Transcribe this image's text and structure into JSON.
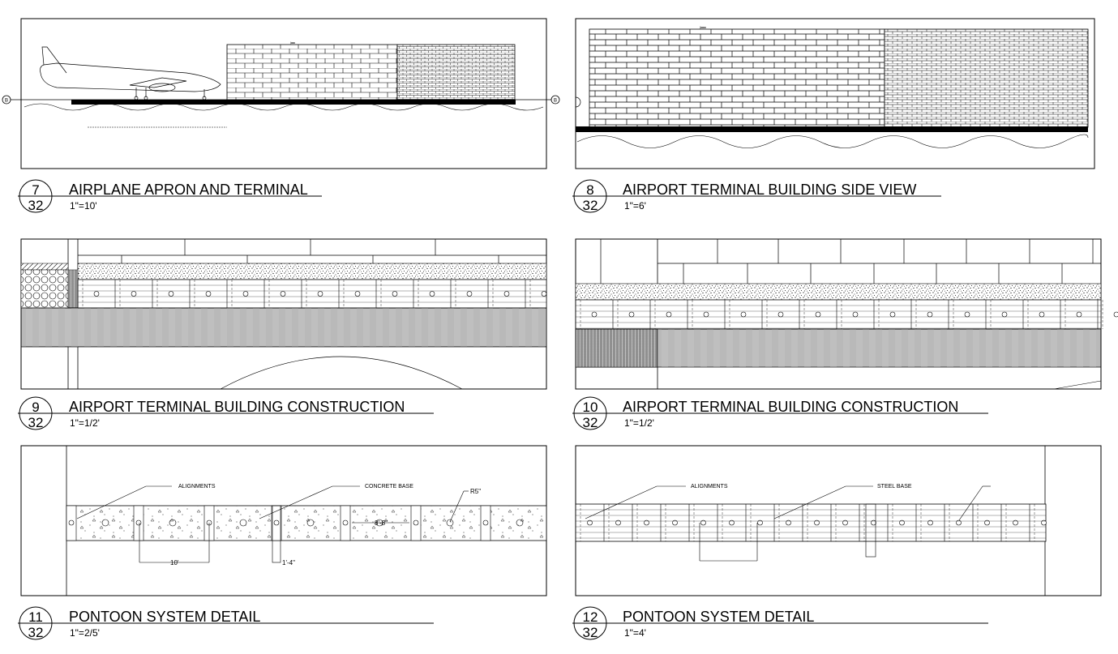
{
  "details": [
    {
      "num": "7",
      "sheet": "32",
      "title": "AIRPLANE APRON AND TERMINAL",
      "scale": "1\"=10'"
    },
    {
      "num": "8",
      "sheet": "32",
      "title": "AIRPORT TERMINAL BUILDING SIDE VIEW",
      "scale": "1\"=6'"
    },
    {
      "num": "9",
      "sheet": "32",
      "title": "AIRPORT TERMINAL BUILDING CONSTRUCTION",
      "scale": "1\"=1/2'"
    },
    {
      "num": "10",
      "sheet": "32",
      "title": "AIRPORT TERMINAL BUILDING CONSTRUCTION",
      "scale": "1\"=1/2'"
    },
    {
      "num": "11",
      "sheet": "32",
      "title": "PONTOON SYSTEM DETAIL",
      "scale": "1\"=2/5'"
    },
    {
      "num": "12",
      "sheet": "32",
      "title": "PONTOON SYSTEM DETAIL",
      "scale": "1\"=4'"
    }
  ],
  "annotations": {
    "d11": {
      "alignments": "ALIGNMENTS",
      "concrete_base": "CONCRETE BASE",
      "radius": "R5\"",
      "spacing": "10'",
      "depth": "1'-4\"",
      "length": "8'-8\""
    },
    "d12": {
      "alignments": "ALIGNMENTS",
      "steel_base": "STEEL BASE"
    }
  },
  "markers": {
    "section_a": "B",
    "section_b": "B"
  }
}
